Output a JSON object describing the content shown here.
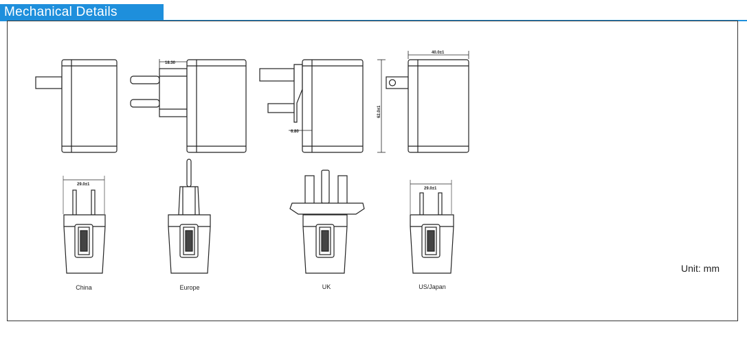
{
  "header": {
    "title": "Mechanical Details"
  },
  "views": {
    "side_eu_dim": "18.30",
    "side_uk_dim": "6.80",
    "side_us_width_dim": "40.0±1",
    "side_us_height_dim": "62.0±1",
    "front_china_dim": "29.0±1",
    "front_us_dim": "29.0±1"
  },
  "labels": {
    "china": "China",
    "europe": "Europe",
    "uk": "UK",
    "us_japan": "US/Japan"
  },
  "unit": "Unit: mm"
}
